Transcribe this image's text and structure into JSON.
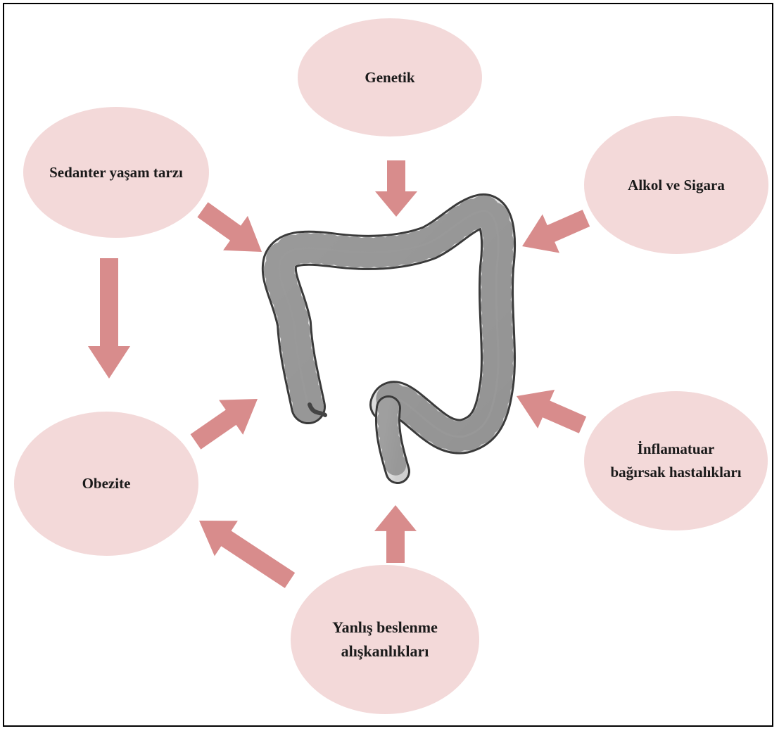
{
  "diagram": {
    "colors": {
      "node_fill": "#f3d9d9",
      "arrow_fill": "#d88c8c",
      "outline": "#000000"
    },
    "center_icon": "colon-illustration",
    "nodes": {
      "genetik": {
        "lines": [
          "Genetik"
        ]
      },
      "sedanter": {
        "lines": [
          "Sedanter yaşam tarzı"
        ]
      },
      "alkol": {
        "lines": [
          "Alkol ve Sigara"
        ]
      },
      "obezite": {
        "lines": [
          "Obezite"
        ]
      },
      "inflamatuar": {
        "lines": [
          "İnflamatuar",
          "bağırsak hastalıkları"
        ]
      },
      "yanlis": {
        "lines": [
          "Yanlış beslenme",
          "alışkanlıkları"
        ]
      }
    }
  }
}
